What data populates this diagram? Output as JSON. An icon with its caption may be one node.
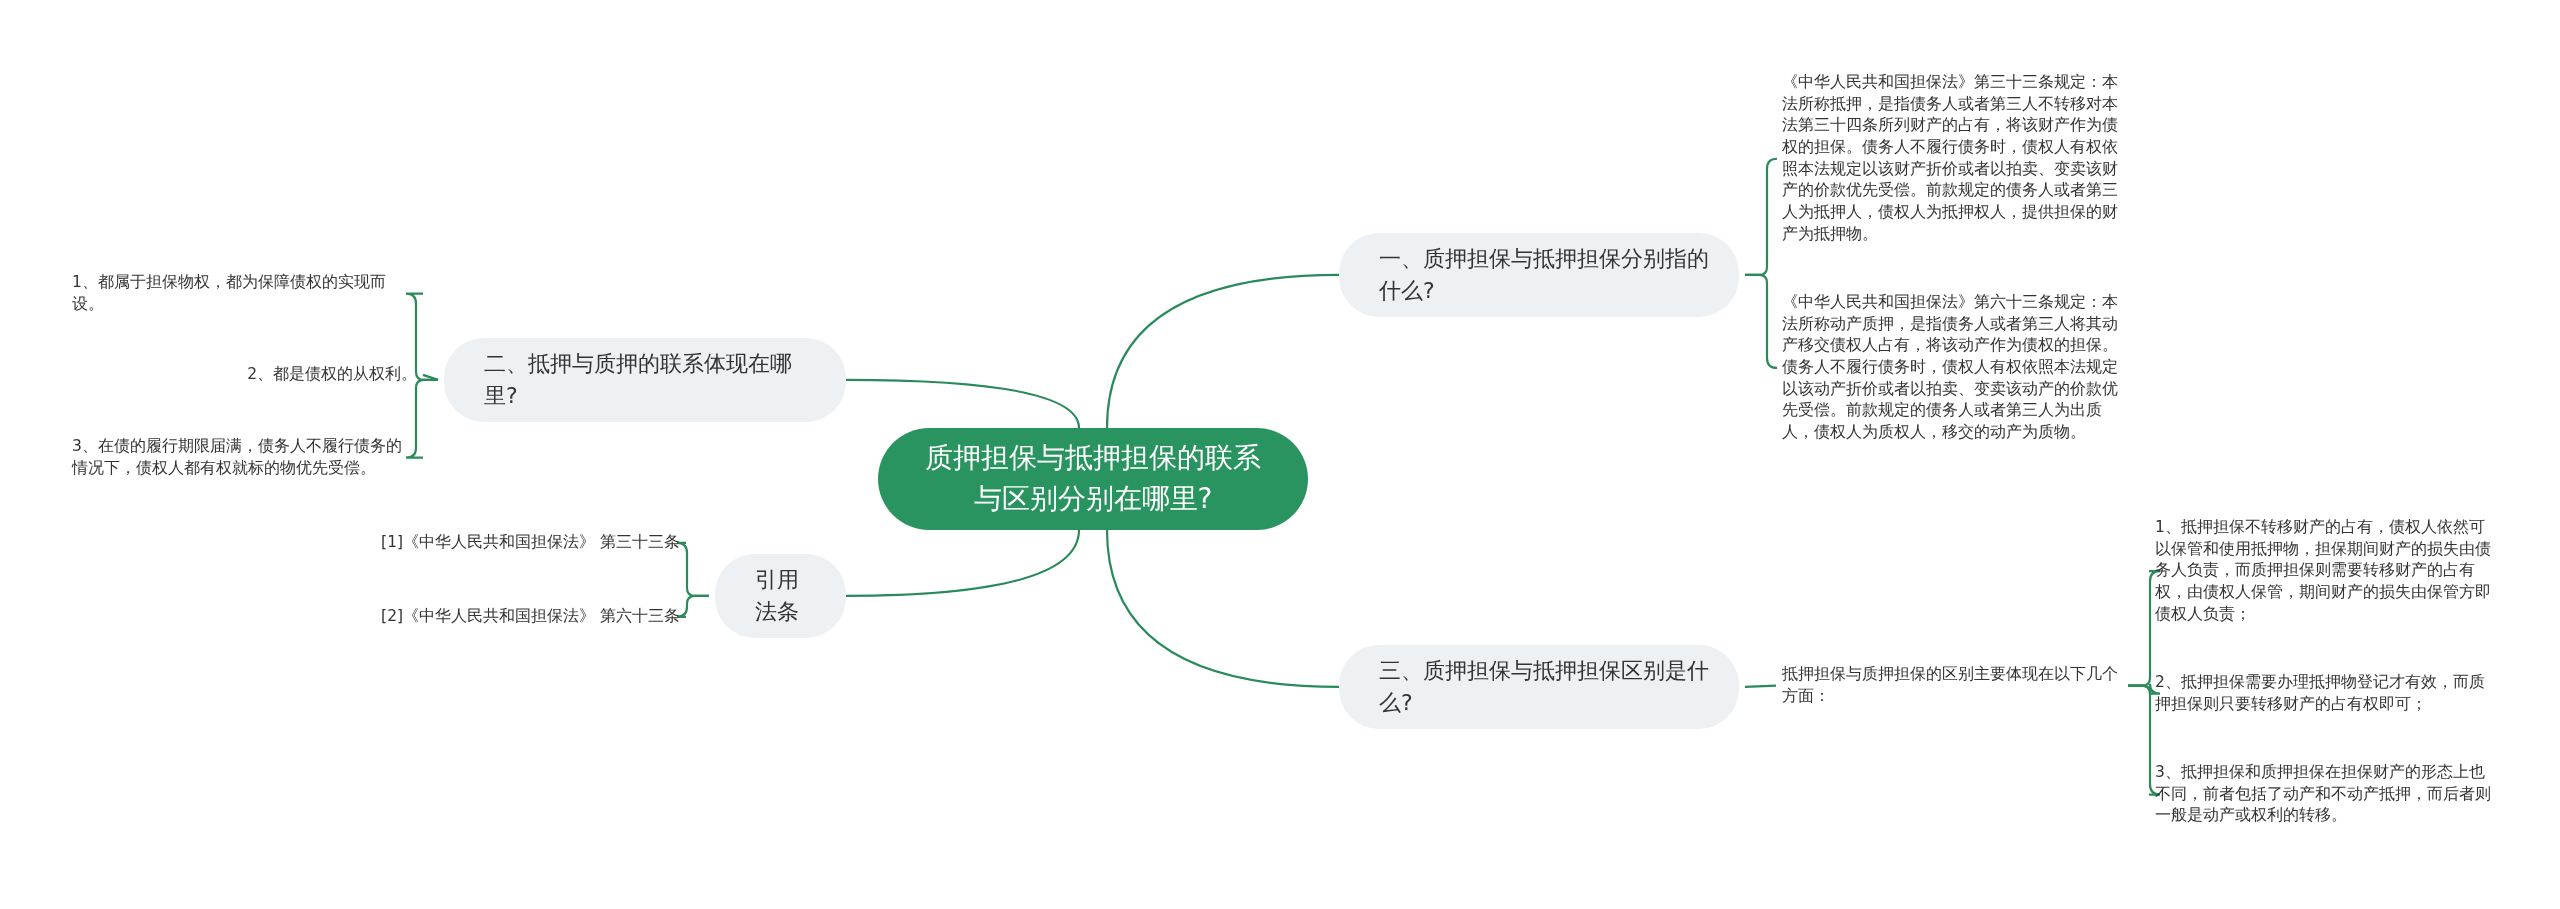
{
  "diagram": {
    "nodes": [
      {
        "text": [
          "质押担保与抵押担保的联系与区别分别在哪里?"
        ]
      },
      {
        "text": [
          "一、质押担保与抵押担保分别指的什么?"
        ]
      },
      {
        "text": [
          "《中华人民共和国担保法》第三十三条规定：本法所称抵押，是指债务人或者第三人不转移对本法第三十四条所列财产的占有，将该财产作为债权的担保。债务人不履行债务时，债权人有权依照本法规定以该财产折价或者以拍卖、变卖该财产的价款优先受偿。前款规定的债务人或者第三人为抵押人，债权人为抵押权人，提供担保的财产为抵押物。"
        ]
      },
      {
        "text": [
          "《中华人民共和国担保法》第六十三条规定：本法所称动产质押，是指债务人或者第三人将其动产移交债权人占有，将该动产作为债权的担保。债务人不履行债务时，债权人有权依照本法规定以该动产折价或者以拍卖、变卖该动产的价款优先受偿。前款规定的债务人或者第三人为出质人，债权人为质权人，移交的动产为质物。"
        ]
      },
      {
        "text": [
          "二、抵押与质押的联系体现在哪里?"
        ]
      },
      {
        "text": [
          "1、都属于担保物权，都为保障债权的实现而设。"
        ]
      },
      {
        "text": [
          "2、都是债权的从权利。"
        ]
      },
      {
        "text": [
          "3、在债的履行期限届满，债务人不履行债务的情况下，债权人都有权就标的物优先受偿。"
        ]
      },
      {
        "text": [
          "引用法条"
        ]
      },
      {
        "text": [
          "[1]《中华人民共和国担保法》 第三十三条"
        ]
      },
      {
        "text": [
          "[2]《中华人民共和国担保法》 第六十三条"
        ]
      },
      {
        "text": [
          "三、质押担保与抵押担保区别是什么?"
        ]
      },
      {
        "text": [
          "抵押担保与质押担保的区别主要体现在以下几个方面："
        ]
      },
      {
        "text": [
          "1、抵押担保不转移财产的占有，债权人依然可以保管和使用抵押物，担保期间财产的损失由债务人负责，而质押担保则需要转移财产的占有权，由债权人保管，期间财产的损失由保管方即债权人负责；"
        ]
      },
      {
        "text": [
          "2、抵押担保需要办理抵押物登记才有效，而质押担保则只要转移财产的占有权即可；"
        ]
      },
      {
        "text": [
          "3、抵押担保和质押担保在担保财产的形态上也不同，前者包括了动产和不动产抵押，而后者则一般是动产或权利的转移。"
        ]
      }
    ],
    "edges": [
      {
        "from": 0,
        "to": 1,
        "arrow": "none"
      },
      {
        "from": 1,
        "to": 2,
        "arrow": "none"
      },
      {
        "from": 1,
        "to": 3,
        "arrow": "none"
      },
      {
        "from": 0,
        "to": 4,
        "arrow": "none"
      },
      {
        "from": 4,
        "to": 5,
        "arrow": "none"
      },
      {
        "from": 4,
        "to": 6,
        "arrow": "none"
      },
      {
        "from": 4,
        "to": 7,
        "arrow": "none"
      },
      {
        "from": 0,
        "to": 8,
        "arrow": "none"
      },
      {
        "from": 8,
        "to": 9,
        "arrow": "none"
      },
      {
        "from": 8,
        "to": 10,
        "arrow": "none"
      },
      {
        "from": 0,
        "to": 11,
        "arrow": "none"
      },
      {
        "from": 11,
        "to": 12,
        "arrow": "none"
      },
      {
        "from": 12,
        "to": 13,
        "arrow": "none"
      },
      {
        "from": 12,
        "to": 14,
        "arrow": "none"
      },
      {
        "from": 12,
        "to": 15,
        "arrow": "none"
      }
    ]
  }
}
